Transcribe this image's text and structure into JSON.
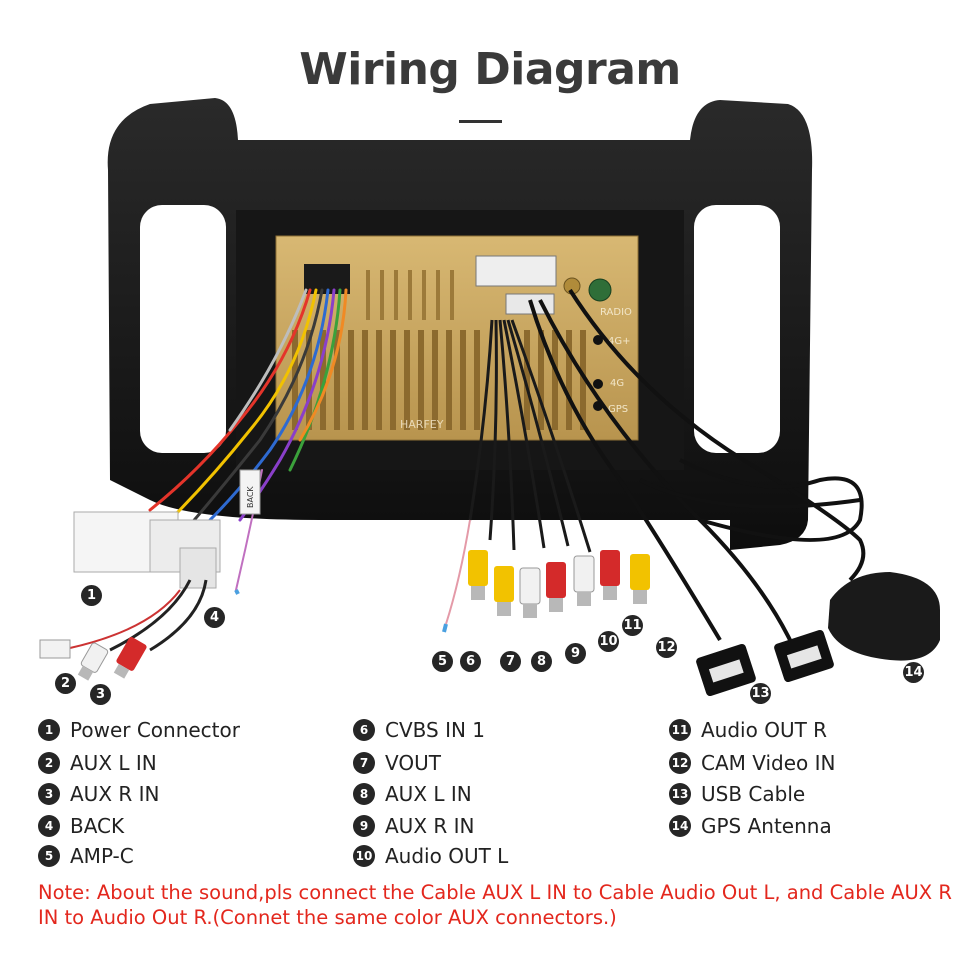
{
  "title": "Wiring Diagram",
  "device_labels": {
    "back_tag": "BACK",
    "radio": "RADIO",
    "port_4g": "4G+",
    "port_4g_2": "4G",
    "port_gps": "GPS",
    "watermark": "HARFEY"
  },
  "callouts": [
    "1",
    "2",
    "3",
    "4",
    "5",
    "6",
    "7",
    "8",
    "9",
    "10",
    "11",
    "12",
    "13",
    "14"
  ],
  "legend": [
    {
      "num": "1",
      "label": "Power Connector"
    },
    {
      "num": "2",
      "label": "AUX L IN"
    },
    {
      "num": "3",
      "label": "AUX R IN"
    },
    {
      "num": "4",
      "label": "BACK"
    },
    {
      "num": "5",
      "label": "AMP-C"
    },
    {
      "num": "6",
      "label": "CVBS IN 1"
    },
    {
      "num": "7",
      "label": "VOUT"
    },
    {
      "num": "8",
      "label": "AUX L IN"
    },
    {
      "num": "9",
      "label": "AUX R IN"
    },
    {
      "num": "10",
      "label": "Audio OUT L"
    },
    {
      "num": "11",
      "label": "Audio OUT R"
    },
    {
      "num": "12",
      "label": "CAM Video IN"
    },
    {
      "num": "13",
      "label": "USB Cable"
    },
    {
      "num": "14",
      "label": "GPS Antenna"
    }
  ],
  "note": "Note: About the sound,pls connect the Cable AUX L IN to Cable Audio Out L, and Cable AUX R IN to  Audio Out R.(Connet the same color AUX connectors.)",
  "colors": {
    "note_red": "#e3271d",
    "frame_black": "#111111",
    "chassis_gold": "#c9a55e",
    "rca_yellow": "#f2c200",
    "rca_red": "#d42a2a",
    "rca_white": "#f1f1f1"
  }
}
